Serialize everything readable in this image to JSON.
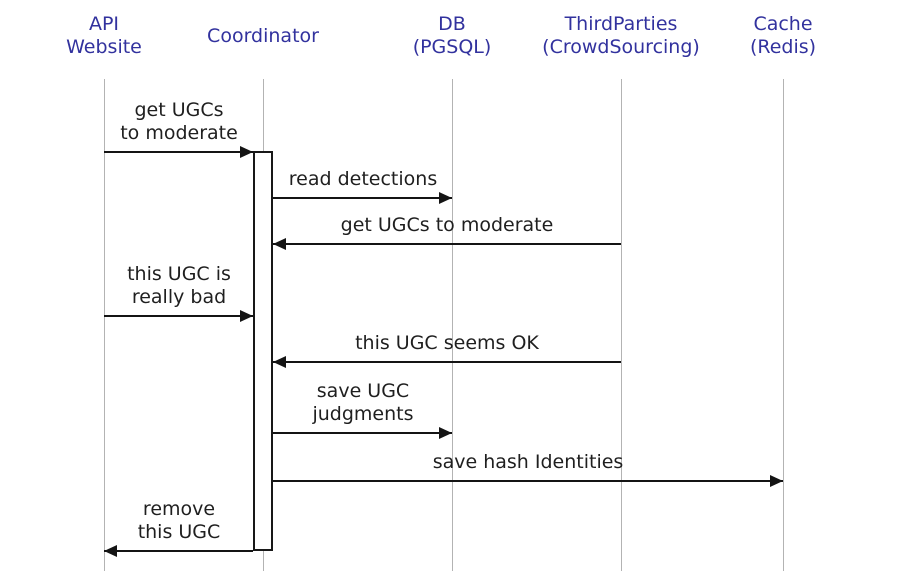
{
  "diagram": {
    "type": "sequence-diagram",
    "colors": {
      "background": "#ffffff",
      "participant_text": "#32329e",
      "message_text": "#1f1f1f",
      "lifeline": "#b3b3b3",
      "arrow": "#141414",
      "activation_fill": "#ffffff",
      "activation_border": "#181818"
    },
    "participants": [
      {
        "label": "API\nWebsite"
      },
      {
        "label": "Coordinator"
      },
      {
        "label": "DB\n(PGSQL)"
      },
      {
        "label": "ThirdParties\n(CrowdSourcing)"
      },
      {
        "label": "Cache\n(Redis)"
      }
    ],
    "activation": {
      "participant": "Coordinator"
    },
    "messages": [
      {
        "text": "get UGCs\nto moderate",
        "from": "API Website",
        "to": "Coordinator",
        "direction": "right"
      },
      {
        "text": "read detections",
        "from": "Coordinator",
        "to": "DB (PGSQL)",
        "direction": "right"
      },
      {
        "text": "get UGCs to moderate",
        "from": "ThirdParties (CrowdSourcing)",
        "to": "Coordinator",
        "direction": "left"
      },
      {
        "text": "this UGC is\nreally bad",
        "from": "API Website",
        "to": "Coordinator",
        "direction": "right"
      },
      {
        "text": "this UGC seems OK",
        "from": "ThirdParties (CrowdSourcing)",
        "to": "Coordinator",
        "direction": "left"
      },
      {
        "text": "save UGC\njudgments",
        "from": "Coordinator",
        "to": "DB (PGSQL)",
        "direction": "right"
      },
      {
        "text": "save hash Identities",
        "from": "Coordinator",
        "to": "Cache (Redis)",
        "direction": "right"
      },
      {
        "text": "remove\nthis UGC",
        "from": "Coordinator",
        "to": "API Website",
        "direction": "left"
      }
    ]
  }
}
